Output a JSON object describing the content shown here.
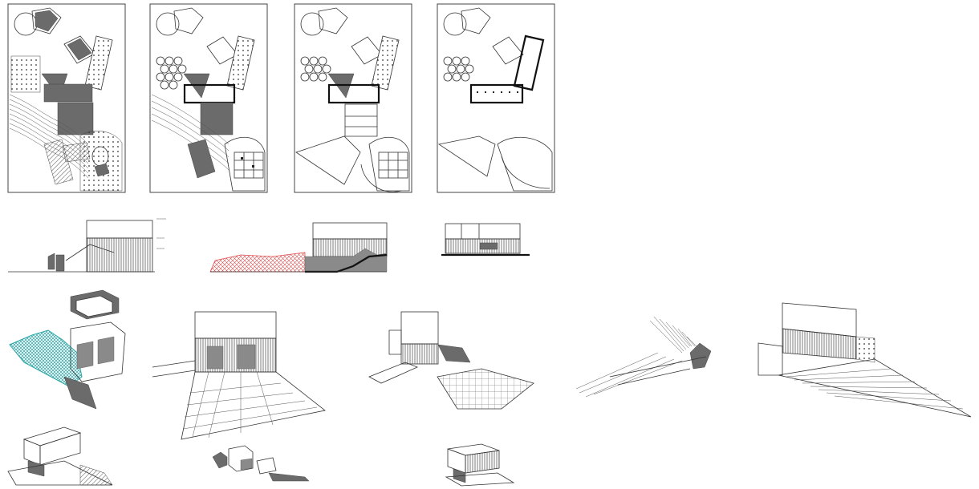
{
  "colors": {
    "background": "#ffffff",
    "linework": "#333333",
    "solid_fill": "#6b6b6b",
    "terrain_highlight": "#e05050",
    "mesh_highlight": "#2aa6a6"
  },
  "drawing_sets": {
    "plans": [
      "plan-1",
      "plan-2",
      "plan-3",
      "plan-4"
    ],
    "sections": [
      "section-1",
      "section-2",
      "section-3"
    ],
    "perspectives": [
      "perspective-1",
      "perspective-2",
      "perspective-3",
      "perspective-4",
      "perspective-5"
    ],
    "axonometrics": [
      "axon-1",
      "axon-2",
      "axon-3"
    ]
  }
}
